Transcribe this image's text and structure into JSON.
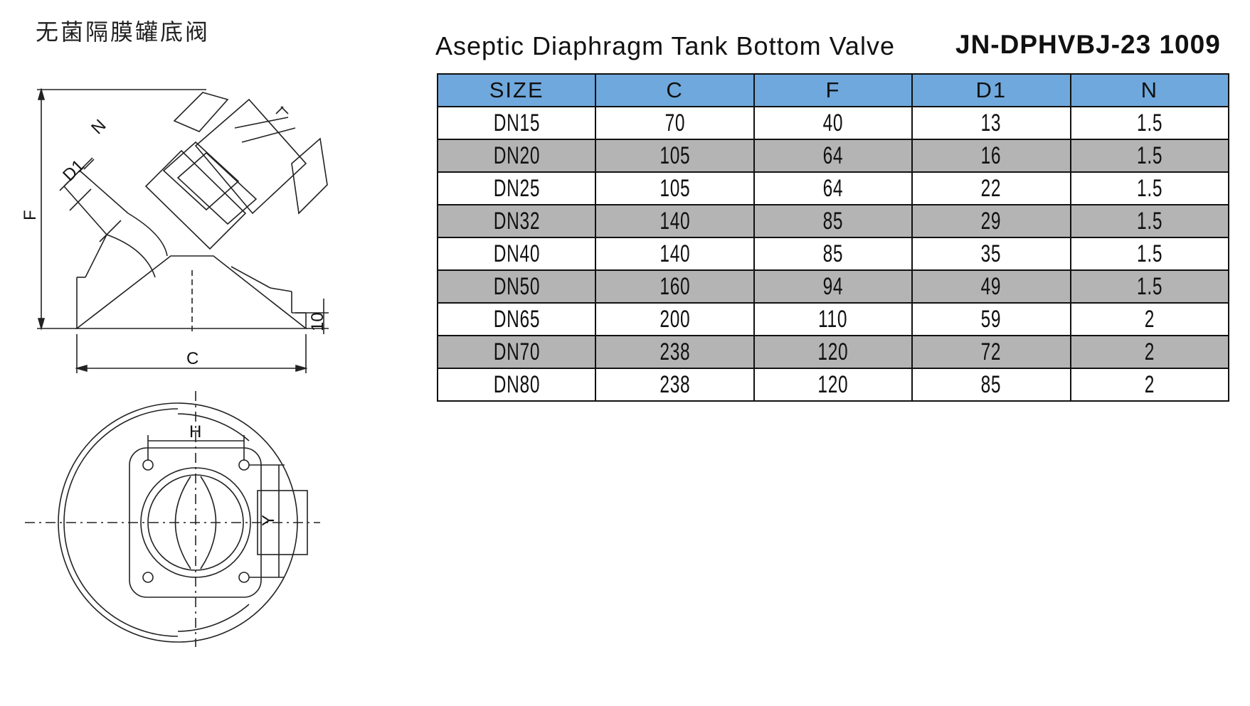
{
  "titles": {
    "chinese": "无菌隔膜罐底阀",
    "english": "Aseptic Diaphragm Tank Bottom Valve",
    "model": "JN-DPHVBJ-23 1009"
  },
  "drawing_labels": {
    "F": "F",
    "C": "C",
    "D1": "D1",
    "N": "N",
    "ten": "10",
    "H": "H",
    "Y": "Y"
  },
  "table": {
    "headers": [
      "SIZE",
      "C",
      "F",
      "D1",
      "N"
    ],
    "rows": [
      [
        "DN15",
        "70",
        "40",
        "13",
        "1.5"
      ],
      [
        "DN20",
        "105",
        "64",
        "16",
        "1.5"
      ],
      [
        "DN25",
        "105",
        "64",
        "22",
        "1.5"
      ],
      [
        "DN32",
        "140",
        "85",
        "29",
        "1.5"
      ],
      [
        "DN40",
        "140",
        "85",
        "35",
        "1.5"
      ],
      [
        "DN50",
        "160",
        "94",
        "49",
        "1.5"
      ],
      [
        "DN65",
        "200",
        "110",
        "59",
        "2"
      ],
      [
        "DN70",
        "238",
        "120",
        "72",
        "2"
      ],
      [
        "DN80",
        "238",
        "120",
        "85",
        "2"
      ]
    ]
  },
  "colors": {
    "header_bg": "#6fa8dc",
    "shade_bg": "#b4b4b4"
  }
}
